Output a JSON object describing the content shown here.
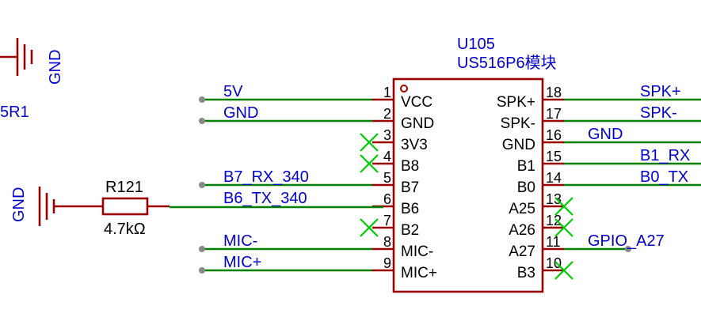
{
  "component": {
    "ref": "U105",
    "value": "US516P6模块",
    "left_pins": [
      {
        "num": "1",
        "name": "VCC",
        "net": "5V",
        "nc": false
      },
      {
        "num": "2",
        "name": "GND",
        "net": "GND",
        "nc": false
      },
      {
        "num": "3",
        "name": "3V3",
        "net": "",
        "nc": true
      },
      {
        "num": "4",
        "name": "B8",
        "net": "",
        "nc": true
      },
      {
        "num": "5",
        "name": "B7",
        "net": "B7_RX_340",
        "nc": false
      },
      {
        "num": "6",
        "name": "B6",
        "net": "B6_TX_340",
        "nc": false
      },
      {
        "num": "7",
        "name": "B2",
        "net": "",
        "nc": true
      },
      {
        "num": "8",
        "name": "MIC-",
        "net": "MIC-",
        "nc": false
      },
      {
        "num": "9",
        "name": "MIC+",
        "net": "MIC+",
        "nc": false
      }
    ],
    "right_pins": [
      {
        "num": "18",
        "name": "SPK+",
        "net": "SPK+",
        "nc": false
      },
      {
        "num": "17",
        "name": "SPK-",
        "net": "SPK-",
        "nc": false
      },
      {
        "num": "16",
        "name": "GND",
        "net": "GND",
        "nc": false
      },
      {
        "num": "15",
        "name": "B1",
        "net": "B1_RX",
        "nc": false
      },
      {
        "num": "14",
        "name": "B0",
        "net": "B0_TX",
        "nc": false
      },
      {
        "num": "13",
        "name": "A25",
        "net": "",
        "nc": true
      },
      {
        "num": "12",
        "name": "A26",
        "net": "",
        "nc": true
      },
      {
        "num": "11",
        "name": "A27",
        "net": "GPIO_A27",
        "nc": false
      },
      {
        "num": "10",
        "name": "B3",
        "net": "",
        "nc": true
      }
    ]
  },
  "resistor": {
    "ref": "R121",
    "value": "4.7kΩ"
  },
  "ground_symbols": [
    {
      "label": "GND"
    },
    {
      "label": "GND"
    }
  ],
  "partial_label": "5R1",
  "colors": {
    "wire": "#008000",
    "component": "#990000",
    "net_label": "#0000cc",
    "no_connect": "#00cc00"
  }
}
